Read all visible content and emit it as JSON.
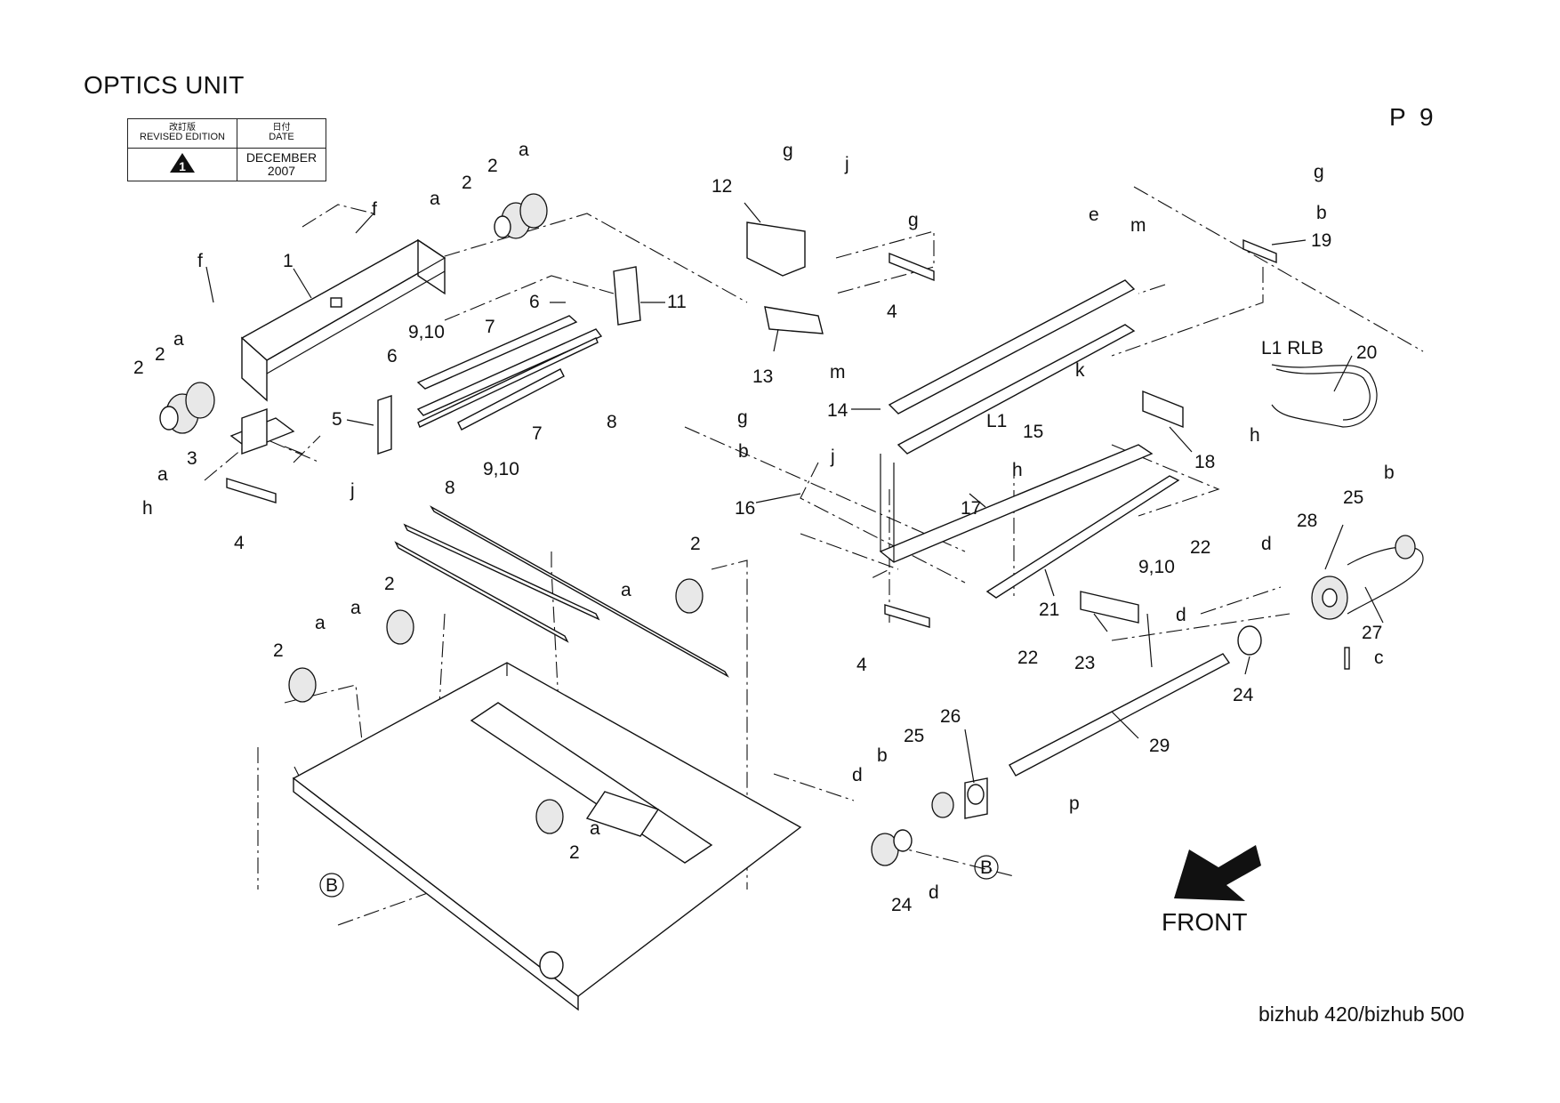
{
  "page": {
    "title": "OPTICS UNIT",
    "page_number": "P 9",
    "model": "bizhub 420/bizhub 500",
    "front_label": "FRONT"
  },
  "edition_box": {
    "revised_jp": "改訂版",
    "revised_en": "REVISED EDITION",
    "date_jp": "日付",
    "date_en": "DATE",
    "revision_mark": "1",
    "date_month": "DECEMBER",
    "date_year": "2007"
  },
  "callouts": {
    "c1": "1",
    "c2a": "2",
    "c2b": "2",
    "c2c": "2",
    "c2d": "2",
    "c2e": "2",
    "c2f": "2",
    "c2g": "2",
    "c2h": "2",
    "c3": "3",
    "c4a": "4",
    "c4b": "4",
    "c4c": "4",
    "c5": "5",
    "c6a": "6",
    "c6b": "6",
    "c7a": "7",
    "c7b": "7",
    "c8a": "8",
    "c8b": "8",
    "c910a": "9,10",
    "c910b": "9,10",
    "c910c": "9,10",
    "c11": "11",
    "c12": "12",
    "c13": "13",
    "c14": "14",
    "c15": "15",
    "c16": "16",
    "c17": "17",
    "c18": "18",
    "c19": "19",
    "c20": "20",
    "c21": "21",
    "c22a": "22",
    "c22b": "22",
    "c23": "23",
    "c24a": "24",
    "c24b": "24",
    "c25a": "25",
    "c25b": "25",
    "c26": "26",
    "c27": "27",
    "c28": "28",
    "c29": "29",
    "a1": "a",
    "a2": "a",
    "a3": "a",
    "a4": "a",
    "a5": "a",
    "a6": "a",
    "a7": "a",
    "a8": "a",
    "b1": "b",
    "b2": "b",
    "b3": "b",
    "b4": "b",
    "c_pin": "c",
    "d1": "d",
    "d2": "d",
    "d3": "d",
    "d4": "d",
    "e1": "e",
    "f1": "f",
    "f2": "f",
    "g1": "g",
    "g2": "g",
    "g3": "g",
    "g4": "g",
    "h1": "h",
    "h2": "h",
    "h3": "h",
    "j1": "j",
    "j2": "j",
    "j3": "j",
    "k1": "k",
    "m1": "m",
    "m2": "m",
    "p1": "p",
    "l1": "L1",
    "l1rlb": "L1 RLB",
    "ref_b1": "B",
    "ref_b2": "B"
  }
}
